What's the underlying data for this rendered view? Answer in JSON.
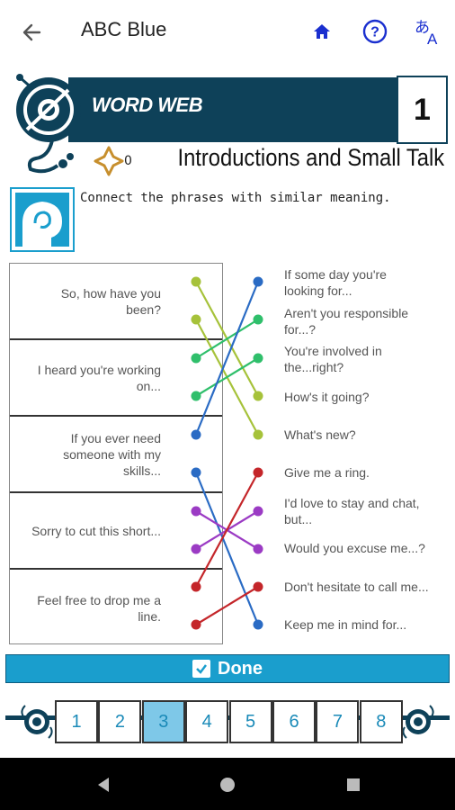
{
  "appbar": {
    "title": "ABC Blue",
    "icons": [
      "back-arrow-icon",
      "home-icon",
      "help-icon",
      "translate-icon"
    ]
  },
  "header": {
    "section": "WORD WEB",
    "number": "1",
    "score": "0",
    "subtitle": "Introductions and Small Talk"
  },
  "instruction": "Connect the phrases with similar meaning.",
  "left_items": [
    "So, how have you\nbeen?",
    "I heard you're working\non...",
    "If you ever need\nsomeone with my\nskills...",
    "Sorry to cut this short...",
    "Feel free to drop me a\nline."
  ],
  "right_items": [
    "If some day you're\nlooking for...",
    "Aren't you responsible\nfor...?",
    "You're involved in\nthe...right?",
    "How's it going?",
    "What's new?",
    "Give me a ring.",
    "I'd love to stay and chat,\nbut...",
    "Would you excuse me...?",
    "Don't hesitate to call me...",
    "Keep me in mind for..."
  ],
  "colors": {
    "lime": "#a6c23a",
    "green": "#2fbf6b",
    "blue": "#2a6bc4",
    "purple": "#9b3bc4",
    "red": "#c4262a",
    "dark": "#0e4159",
    "accent": "#1a9ecd"
  },
  "done_label": "Done",
  "pager": {
    "pages": [
      "1",
      "2",
      "3",
      "4",
      "5",
      "6",
      "7",
      "8"
    ],
    "active": "3"
  }
}
